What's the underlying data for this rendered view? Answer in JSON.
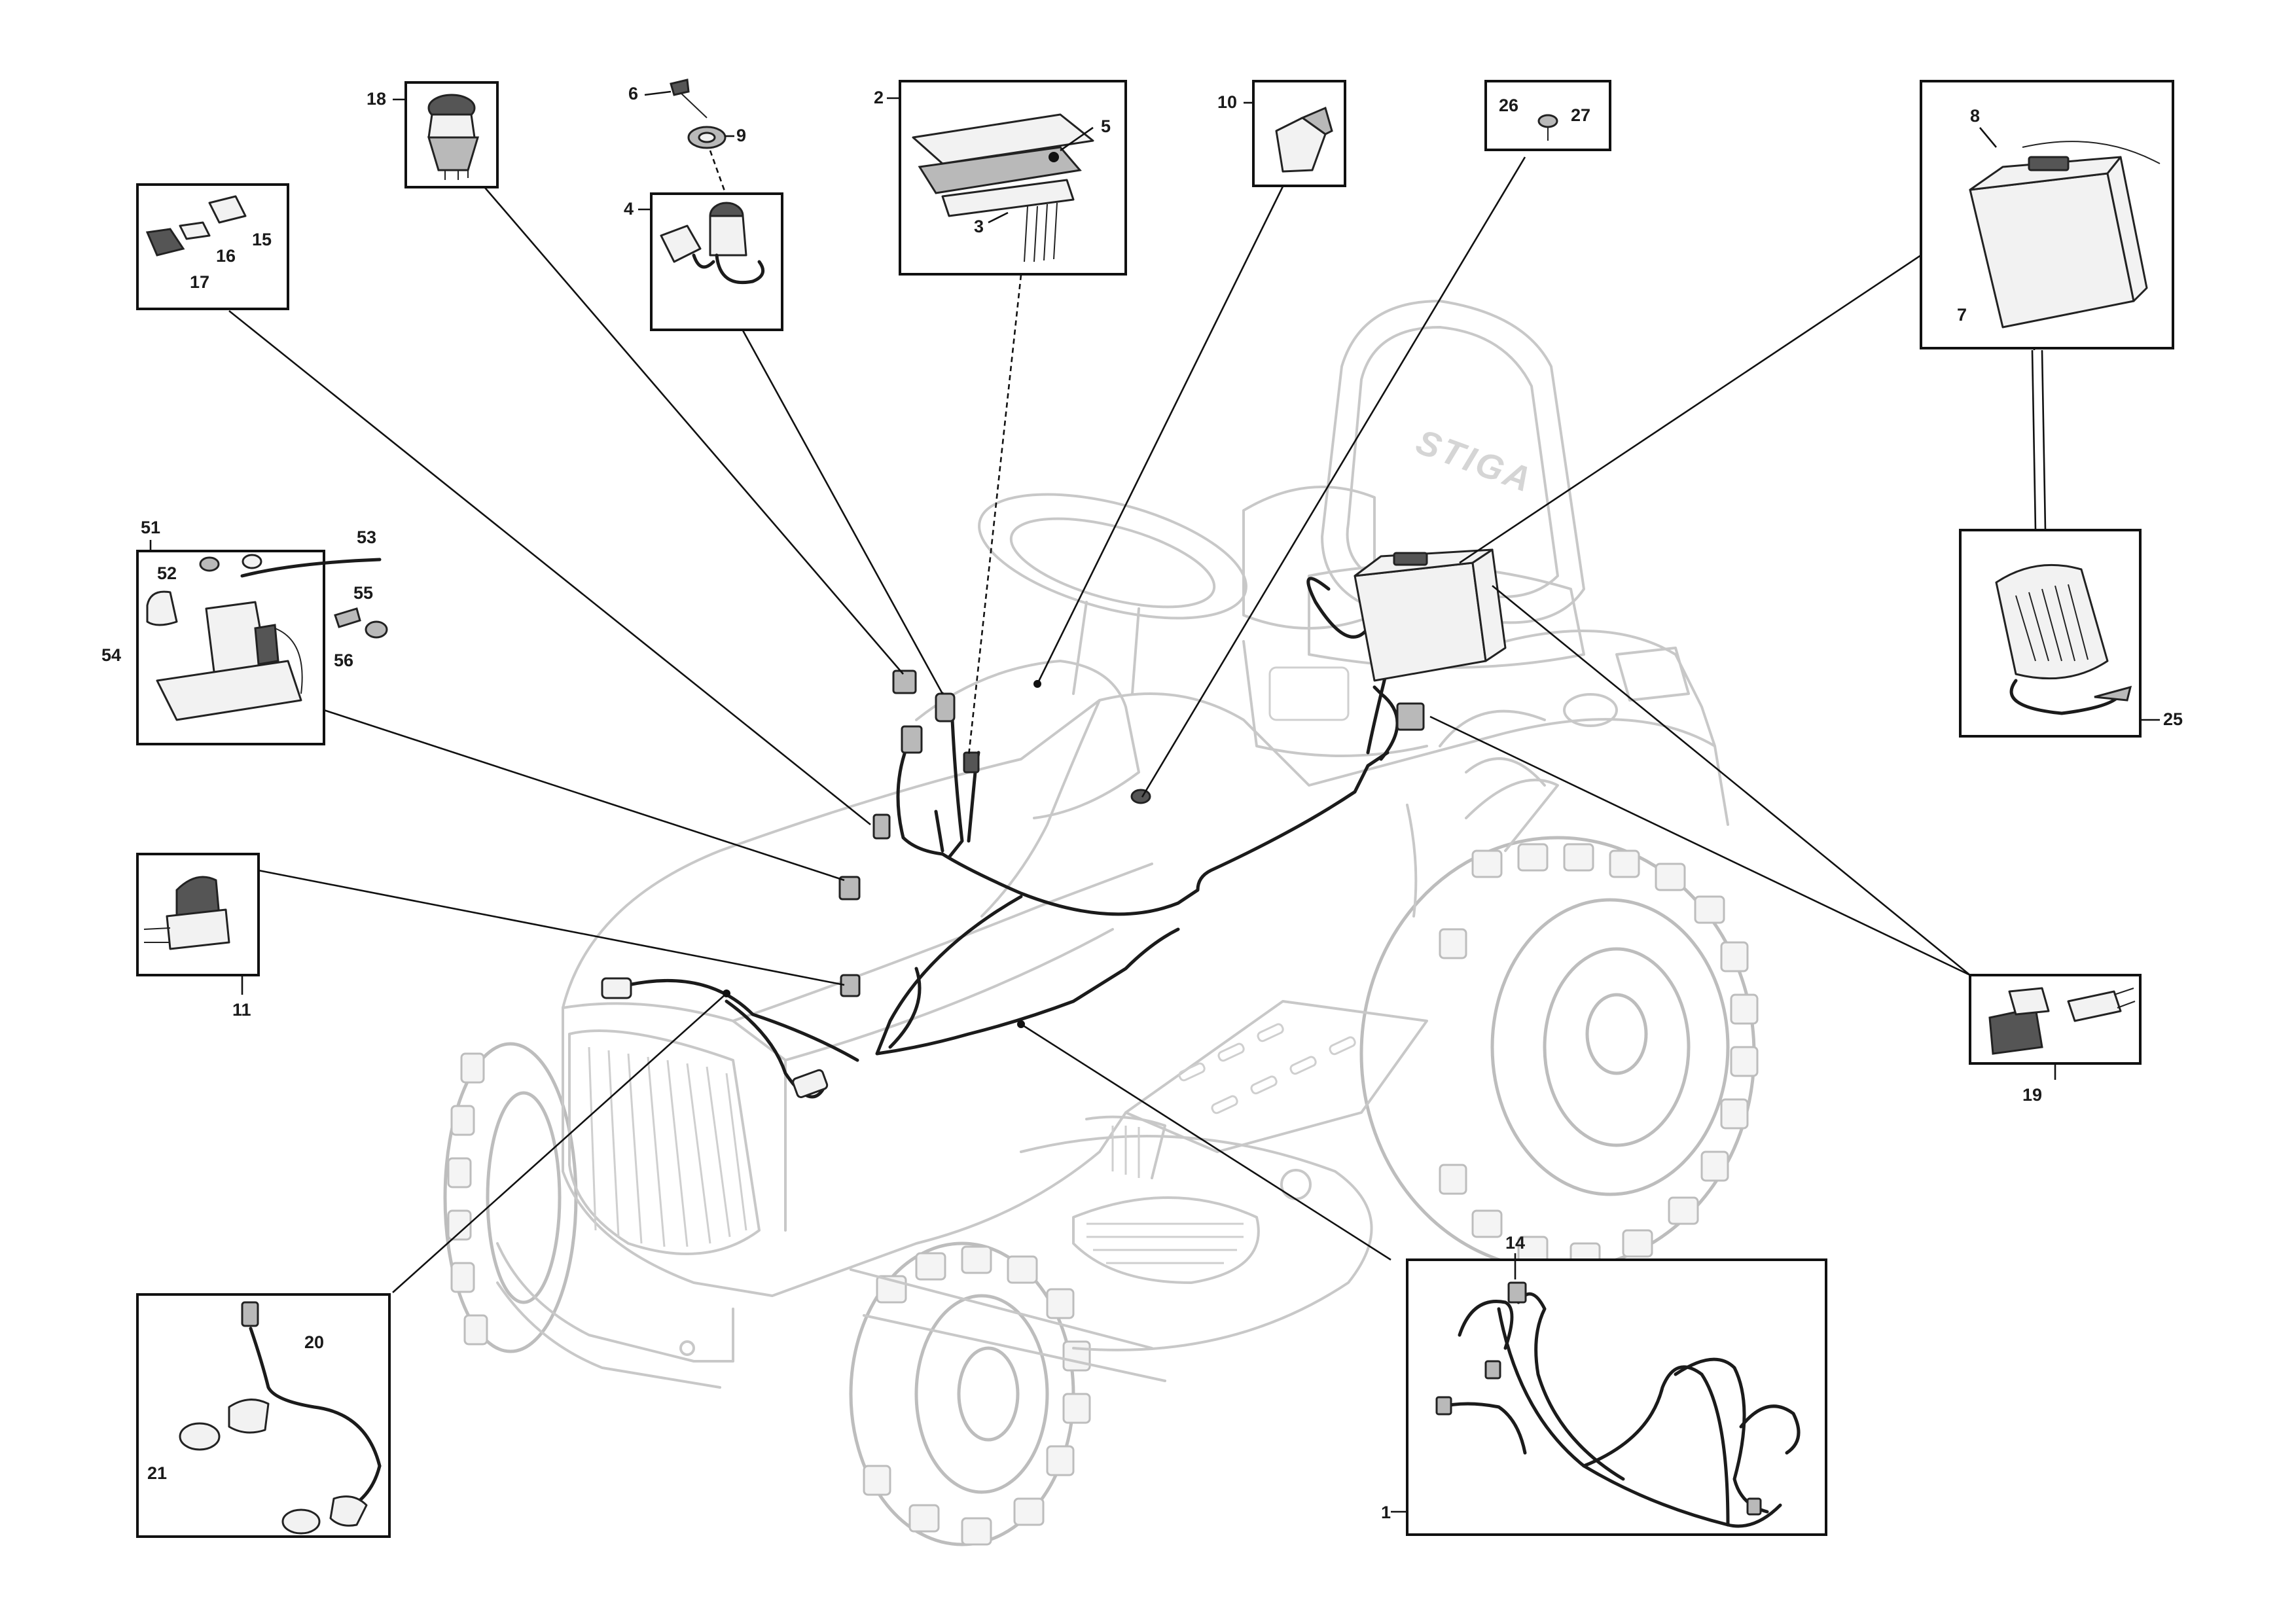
{
  "brand_mark": "STIGA",
  "callouts": {
    "c1": "1",
    "c2": "2",
    "c3": "3",
    "c4": "4",
    "c5": "5",
    "c6": "6",
    "c7": "7",
    "c8": "8",
    "c9": "9",
    "c10": "10",
    "c11": "11",
    "c14": "14",
    "c15": "15",
    "c16": "16",
    "c17": "17",
    "c18": "18",
    "c19": "19",
    "c20": "20",
    "c21": "21",
    "c25": "25",
    "c26": "26",
    "c27": "27",
    "c51": "51",
    "c52": "52",
    "c53": "53",
    "c54": "54",
    "c55": "55",
    "c56": "56"
  },
  "parts": [
    {
      "ref": "1",
      "component": "wiring harness"
    },
    {
      "ref": "2",
      "component": "control board"
    },
    {
      "ref": "4",
      "component": "ignition switch"
    },
    {
      "ref": "7",
      "component": "battery"
    },
    {
      "ref": "10",
      "component": "relay"
    },
    {
      "ref": "11",
      "component": "switch"
    },
    {
      "ref": "18",
      "component": "pto switch"
    },
    {
      "ref": "19",
      "component": "seat switch"
    },
    {
      "ref": "20",
      "component": "headlight harness"
    },
    {
      "ref": "25",
      "component": "battery charger"
    },
    {
      "ref": "51",
      "component": "starter solenoid"
    }
  ]
}
